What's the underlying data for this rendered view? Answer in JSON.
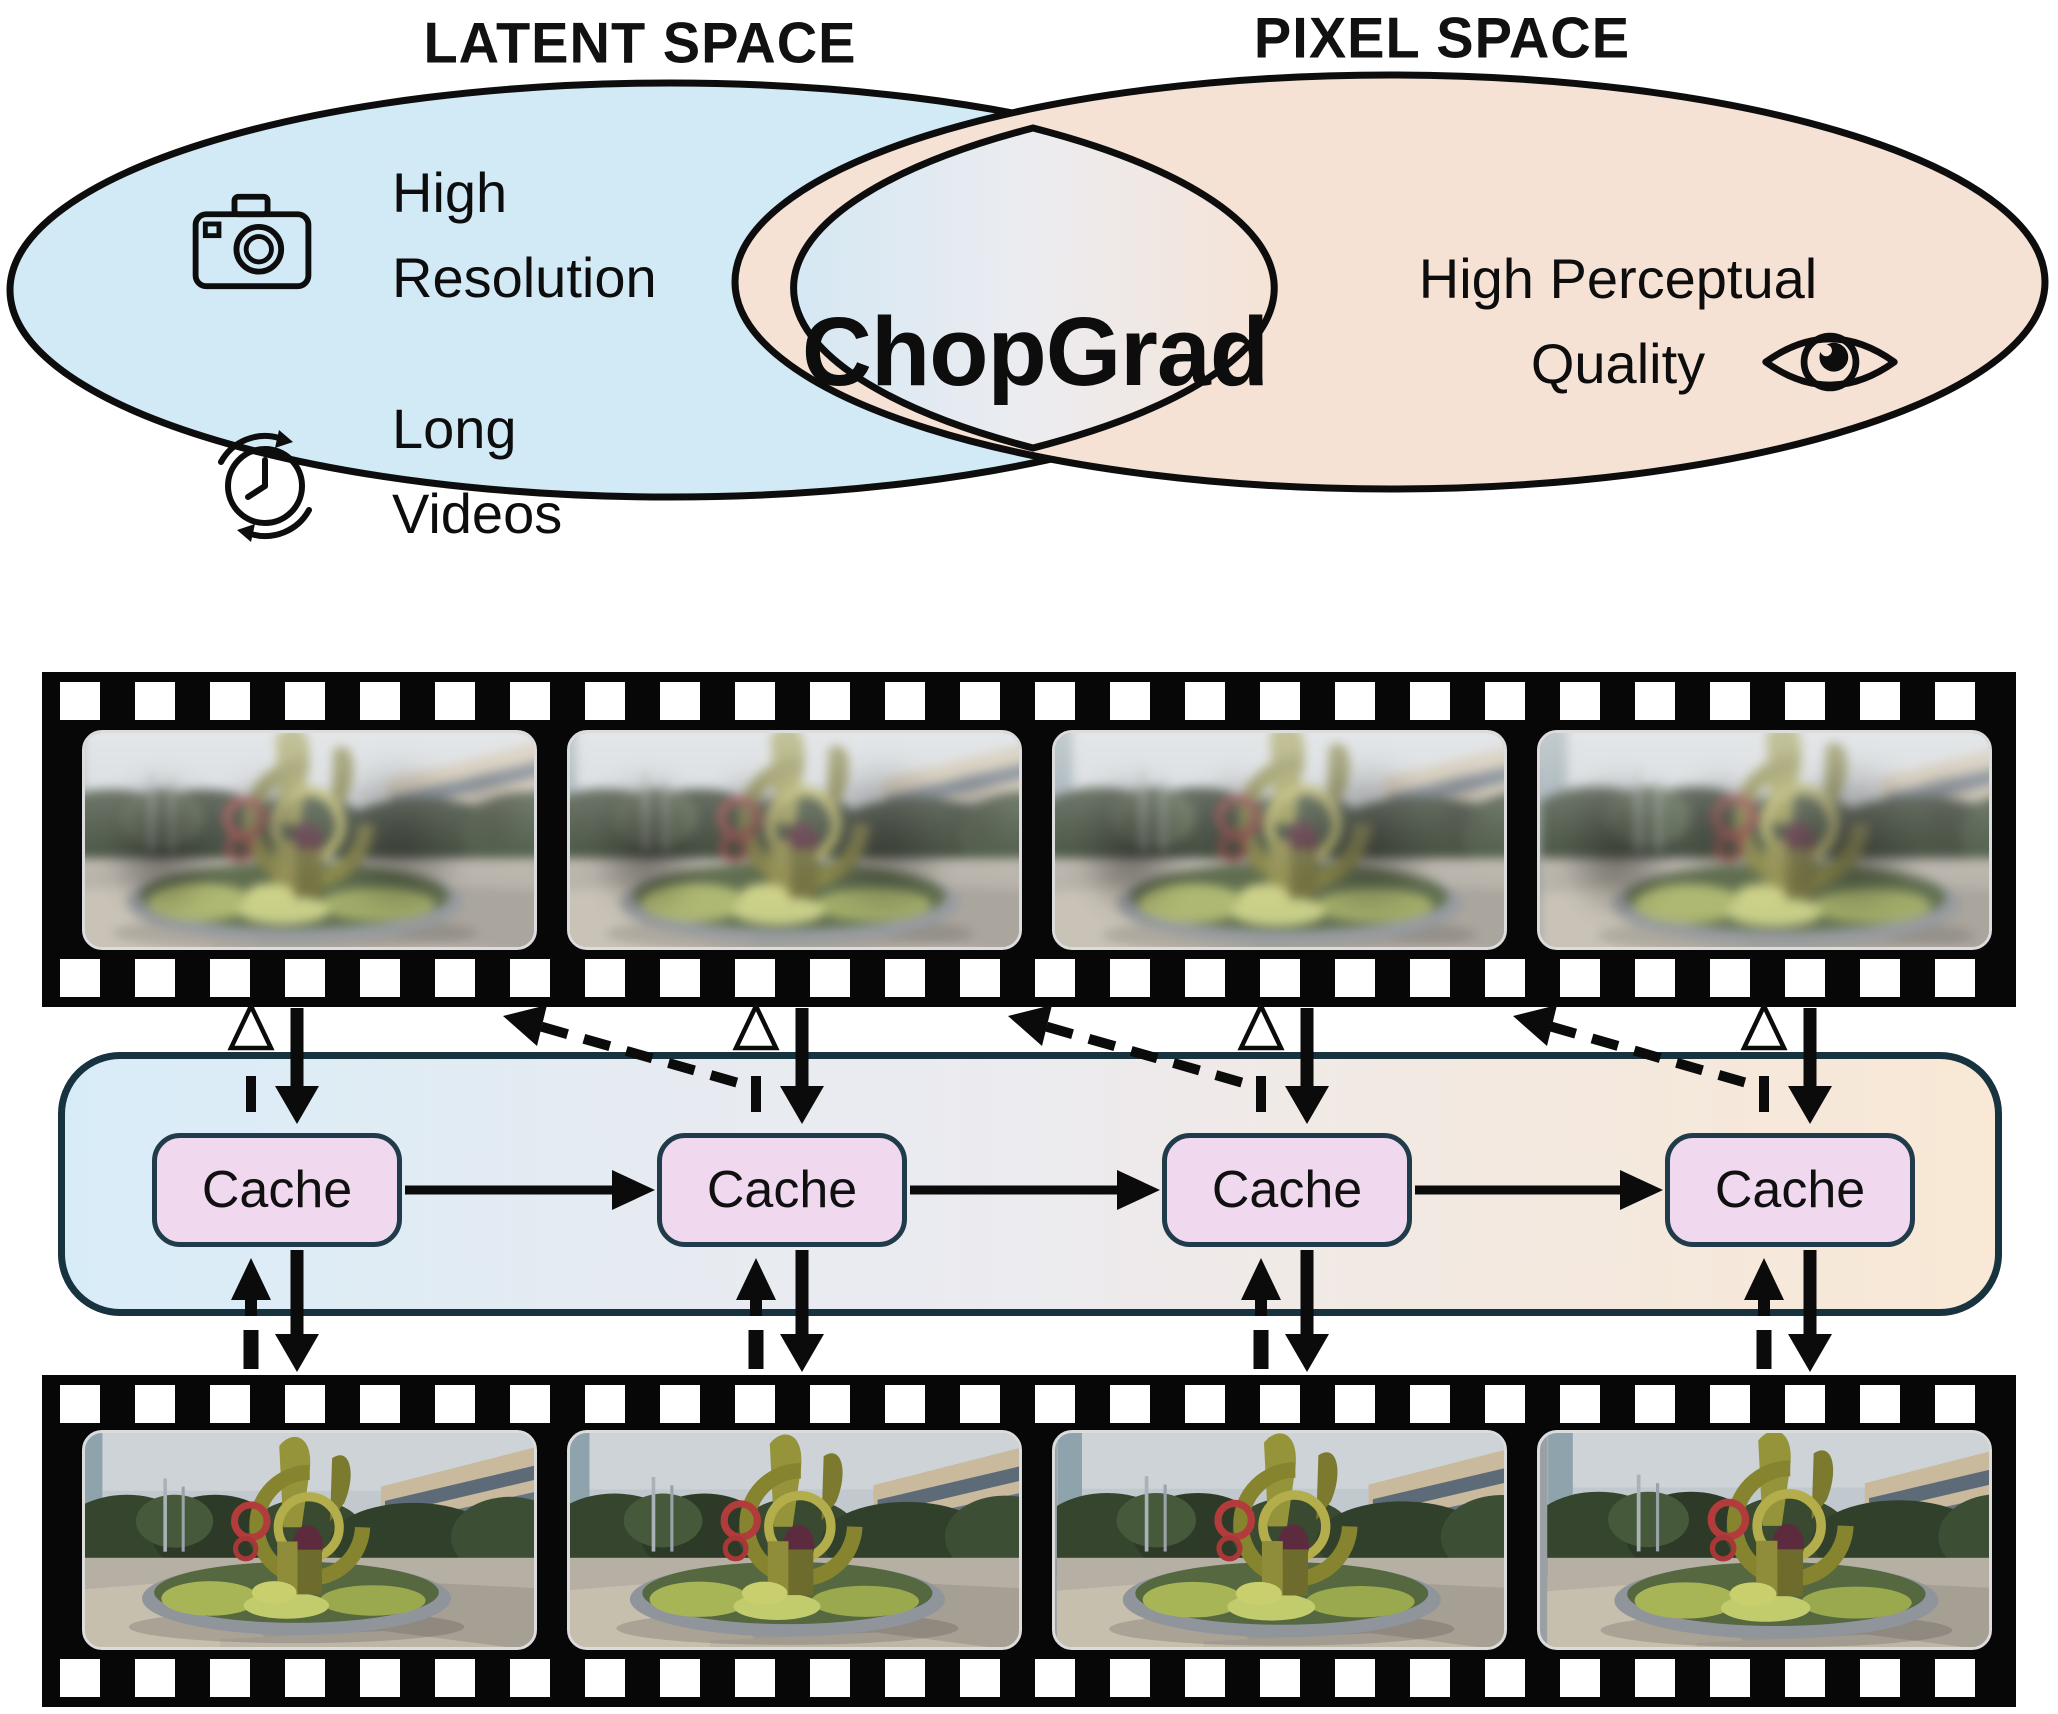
{
  "venn": {
    "left_ellipse": {
      "title": "LATENT SPACE",
      "fill": "#d2e9f6",
      "items": [
        {
          "icon": "camera-icon",
          "label": "High Resolution"
        },
        {
          "icon": "clock-icon",
          "label": "Long Videos"
        }
      ]
    },
    "right_ellipse": {
      "title": "PIXEL SPACE",
      "fill": "#f6e2d4",
      "items": [
        {
          "icon": "eye-icon",
          "label": "High Perceptual Quality"
        }
      ]
    },
    "overlap": {
      "label": "ChopGrad"
    }
  },
  "cache_row": {
    "nodes": [
      {
        "label": "Cache"
      },
      {
        "label": "Cache"
      },
      {
        "label": "Cache"
      },
      {
        "label": "Cache"
      }
    ]
  },
  "film_strips": {
    "top": {
      "appearance": "blurry",
      "frame_count": 4
    },
    "bottom": {
      "appearance": "sharp",
      "frame_count": 4
    }
  },
  "colors": {
    "latent_fill": "#d2e9f6",
    "pixel_fill": "#f6e2d4",
    "overlap_gradient": [
      "#d5e8f3",
      "#ececf0",
      "#f5e3d6"
    ],
    "pipeline_gradient": [
      "#d8ecf8",
      "#ecebef",
      "#f8e8d5"
    ],
    "cache_fill": "#f0d8ee",
    "cache_border": "#203c4a",
    "pipeline_border": "#17333f",
    "film_black": "#070707",
    "arrow": "#0b0b0b"
  }
}
